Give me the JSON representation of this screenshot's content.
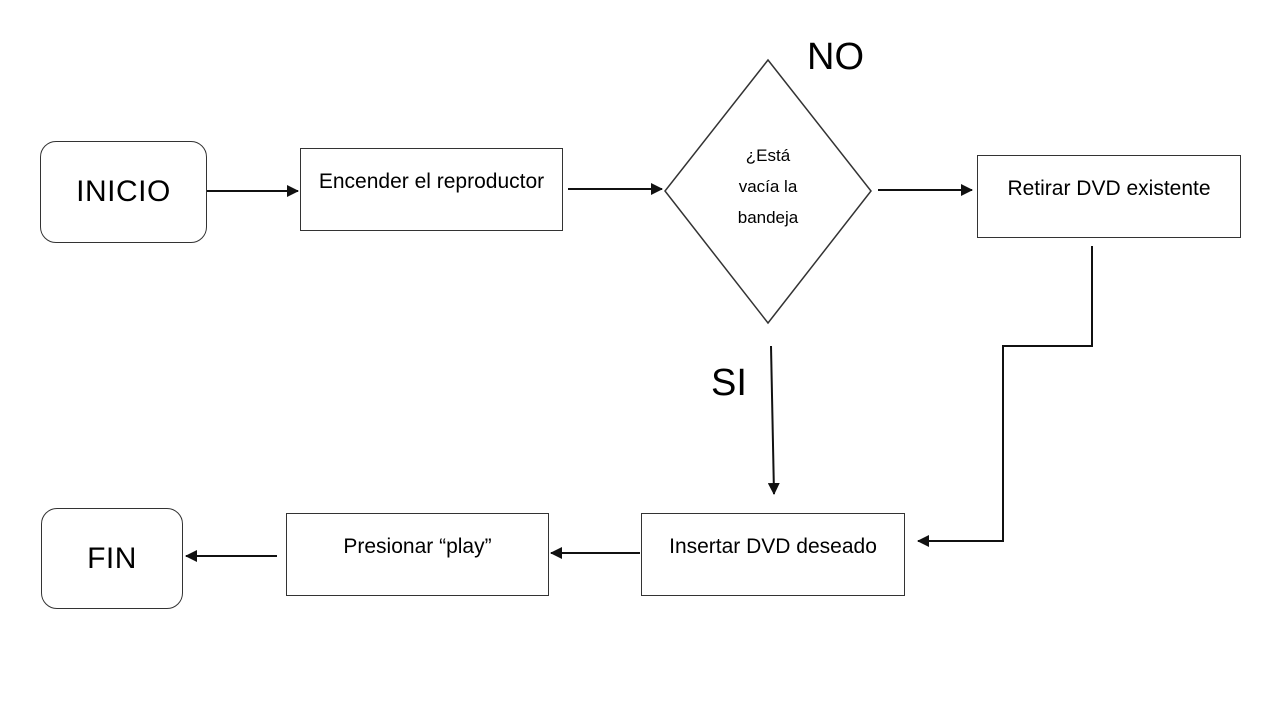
{
  "nodes": {
    "inicio": "INICIO",
    "encender": "Encender el reproductor",
    "decision": [
      "¿Está",
      "vacía la",
      "bandeja"
    ],
    "retirar": "Retirar DVD existente",
    "insertar": "Insertar DVD deseado",
    "presionar": "Presionar “play”",
    "fin": "FIN"
  },
  "branches": {
    "no": "NO",
    "si": "SI"
  },
  "colors": {
    "line": "#111111",
    "border": "#333333"
  }
}
